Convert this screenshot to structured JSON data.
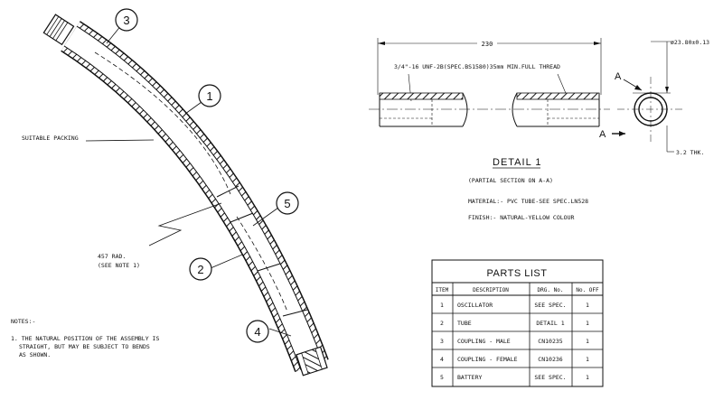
{
  "assembly": {
    "balloons": [
      {
        "num": "3"
      },
      {
        "num": "1"
      },
      {
        "num": "5"
      },
      {
        "num": "2"
      },
      {
        "num": "4"
      }
    ],
    "label_packing": "SUITABLE PACKING",
    "label_rad_1": "457 RAD.",
    "label_rad_2": "(SEE NOTE 1)"
  },
  "notes": {
    "heading": "NOTES:-",
    "line1": "1. THE NATURAL POSITION OF THE ASSEMBLY IS",
    "line2": "STRAIGHT, BUT MAY BE SUBJECT TO BENDS",
    "line3": "AS SHOWN."
  },
  "detail": {
    "length_dim": "230",
    "thread_note": "3/4\"-16 UNF-2B(SPEC.BS1580)35mm MIN.FULL THREAD",
    "diameter_dim": "ø23.80±0.13",
    "section_mark": "A",
    "thickness_dim": "3.2 THK.",
    "title": "DETAIL 1",
    "subtitle": "(PARTIAL SECTION ON A-A)",
    "material": "MATERIAL:- PVC TUBE-SEE SPEC.LN528",
    "finish": "FINISH:- NATURAL-YELLOW COLOUR"
  },
  "parts_list": {
    "title": "PARTS LIST",
    "headers": [
      "ITEM",
      "DESCRIPTION",
      "DRG. No.",
      "No. OFF"
    ],
    "rows": [
      [
        "1",
        "OSCILLATOR",
        "SEE SPEC.",
        "1"
      ],
      [
        "2",
        "TUBE",
        "DETAIL 1",
        "1"
      ],
      [
        "3",
        "COUPLING - MALE",
        "CN10235",
        "1"
      ],
      [
        "4",
        "COUPLING - FEMALE",
        "CN10236",
        "1"
      ],
      [
        "5",
        "BATTERY",
        "SEE SPEC.",
        "1"
      ]
    ]
  }
}
